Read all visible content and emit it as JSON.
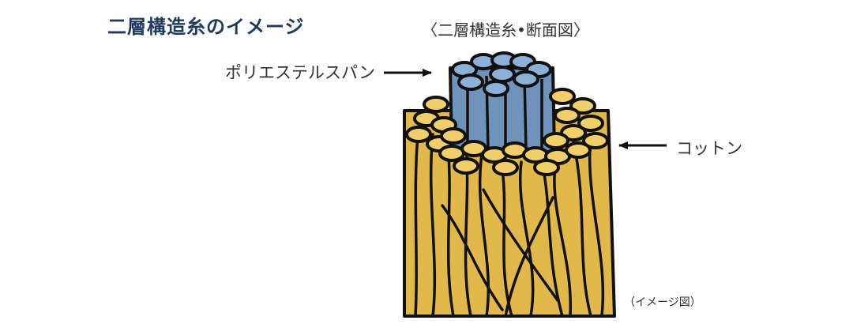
{
  "page_title": "二層構造糸のイメージ",
  "diagram_title": "〈二層構造糸•断面図〉",
  "labels": {
    "polyester": "ポリエステルスパン",
    "cotton": "コットン"
  },
  "note": "（イメージ図）",
  "colors": {
    "title": "#1f3a5c",
    "polyester_fiber": "#6f93bb",
    "cotton_fiber": "#e2b84b",
    "outline": "#111111",
    "text": "#333333"
  }
}
